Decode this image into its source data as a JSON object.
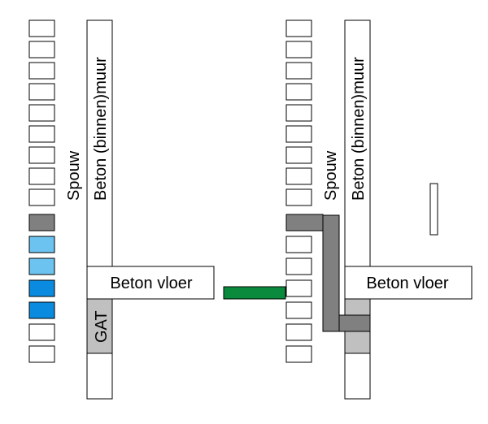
{
  "labels": {
    "spouw": "Spouw",
    "beton_muur": "Beton (binnen)muur",
    "beton_vloer": "Beton vloer",
    "gat": "GAT"
  },
  "colors": {
    "outline": "#000000",
    "dark_grey": "#808080",
    "light_grey": "#c0c0c0",
    "light_blue": "#6cc3f0",
    "blue": "#0a8be0",
    "green": "#0a8a3c",
    "white": "#ffffff"
  },
  "icons": [
    "spouw-brick-column",
    "concrete-wall",
    "concrete-floor",
    "gat-hole",
    "green-insert-bar",
    "grey-connector"
  ]
}
